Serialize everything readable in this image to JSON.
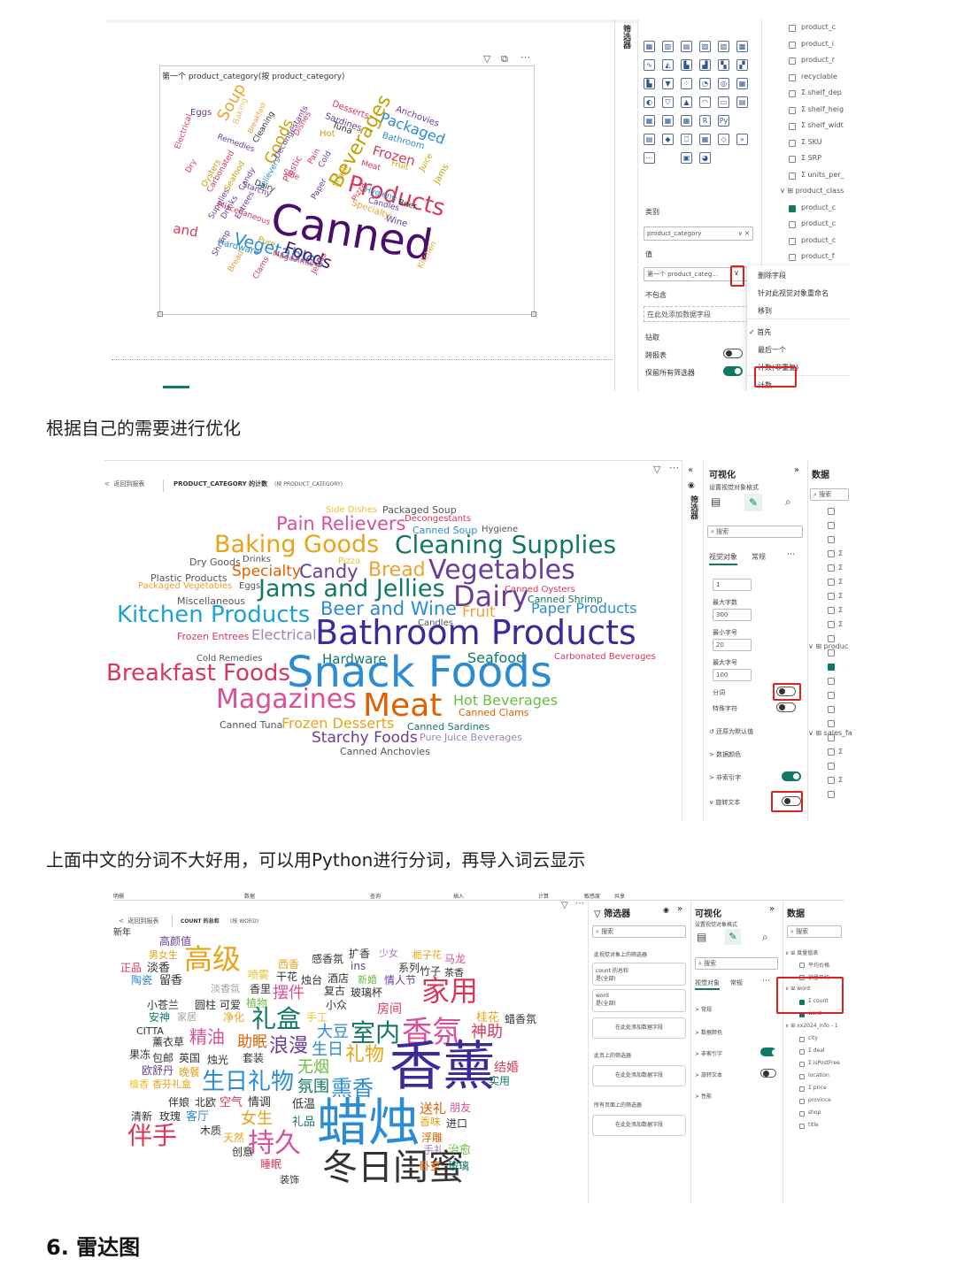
{
  "captions": {
    "c1": "根据自己的需要进行优化",
    "c2": "上面中文的分词不大好用，可以用Python进行分词，再导入词云显示",
    "section": "6. 雷达图"
  },
  "shot1": {
    "visual_title": "第一个 product_category(按 product_category)",
    "pane_label": "筛选器",
    "category_label": "类别",
    "category_field": "product_category",
    "value_label": "值",
    "value_field": "第一个 product_categ...",
    "exclude_label": "不包含",
    "add_field": "在此处添加数据字段",
    "drill_label": "钻取",
    "cross_report": "跨报表",
    "keep_filters": "保留所有筛选器",
    "fields": [
      "product_c",
      "product_i",
      "product_r",
      "recyclable",
      "shelf_dep",
      "shelf_heig",
      "shelf_widt",
      "SKU",
      "SRP",
      "units_per_",
      "product_class",
      "product_c",
      "product_c",
      "product_c",
      "product_f"
    ],
    "menu": [
      "删除字段",
      "针对此视觉对象重命名",
      "移到",
      "首先",
      "最后一个",
      "计数(非重复)",
      "计数"
    ],
    "words": [
      {
        "t": "Electrical",
        "c": "#d9365a"
      },
      {
        "t": "Eggs",
        "c": "#6a3d9a"
      },
      {
        "t": "Soup",
        "c": "#f0a030"
      },
      {
        "t": "Baking",
        "c": "#e8c070"
      },
      {
        "t": "Breakfast",
        "c": "#f0a030"
      },
      {
        "t": "Remedies",
        "c": "#6a3d9a"
      },
      {
        "t": "Cleaning",
        "c": "#333"
      },
      {
        "t": "Goods",
        "c": "#c5a000"
      },
      {
        "t": "Dishes",
        "c": "#d9365a"
      },
      {
        "t": "Decongestants",
        "c": "#6a3d9a"
      },
      {
        "t": "Desserts",
        "c": "#d9365a"
      },
      {
        "t": "Sardines",
        "c": "#6a3d9a"
      },
      {
        "t": "Tuna",
        "c": "#333"
      },
      {
        "t": "Hot",
        "c": "#c5a000"
      },
      {
        "t": "Anchovies",
        "c": "#6a3d9a"
      },
      {
        "t": "Packaged",
        "c": "#2b8cd4"
      },
      {
        "t": "Bathroom",
        "c": "#2b8cd4"
      },
      {
        "t": "Frozen",
        "c": "#d9365a"
      },
      {
        "t": "Beverages",
        "c": "#c5a000"
      },
      {
        "t": "Fruit",
        "c": "#c5a000"
      },
      {
        "t": "Juice",
        "c": "#c5a000"
      },
      {
        "t": "Meat",
        "c": "#d9365a"
      },
      {
        "t": "Products",
        "c": "#d9365a"
      },
      {
        "t": "Jams",
        "c": "#c5a000"
      },
      {
        "t": "Dry",
        "c": "#d9365a"
      },
      {
        "t": "Oysters",
        "c": "#c5a000"
      },
      {
        "t": "Carbonated",
        "c": "#d9365a"
      },
      {
        "t": "Seafood",
        "c": "#c5a000"
      },
      {
        "t": "Candy",
        "c": "#6a3d9a"
      },
      {
        "t": "Relievers",
        "c": "#2b8cd4"
      },
      {
        "t": "Side",
        "c": "#d9365a"
      },
      {
        "t": "Pain",
        "c": "#d9365a"
      },
      {
        "t": "Cold",
        "c": "#6a3d9a"
      },
      {
        "t": "Snack",
        "c": "#c5a000"
      },
      {
        "t": "Paper",
        "c": "#6a3d9a"
      },
      {
        "t": "Pizza",
        "c": "#d9365a"
      },
      {
        "t": "Hygiene",
        "c": "#2b8cd4"
      },
      {
        "t": "Candles",
        "c": "#6a3d9a"
      },
      {
        "t": "Beer",
        "c": "#333"
      },
      {
        "t": "Supplies",
        "c": "#6a3d9a"
      },
      {
        "t": "Drinks",
        "c": "#6a3d9a"
      },
      {
        "t": "Entrees",
        "c": "#6a3d9a"
      },
      {
        "t": "Starchy",
        "c": "#6a3d9a"
      },
      {
        "t": "Dairy",
        "c": "#333"
      },
      {
        "t": "Plastic",
        "c": "#d9365a"
      },
      {
        "t": "Specialty",
        "c": "#f0a030"
      },
      {
        "t": "Canned",
        "c": "#4b0d6a"
      },
      {
        "t": "Wine",
        "c": "#6a3d9a"
      },
      {
        "t": "Miscellaneous",
        "c": "#d9365a"
      },
      {
        "t": "and",
        "c": "#d9365a"
      },
      {
        "t": "Shrimp",
        "c": "#6a3d9a"
      },
      {
        "t": "Pure",
        "c": "#c5a000"
      },
      {
        "t": "Vegetables",
        "c": "#2b8cd4"
      },
      {
        "t": "Foods",
        "c": "#4b0d6a"
      },
      {
        "t": "Hardware",
        "c": "#2b8cd4"
      },
      {
        "t": "Magazines",
        "c": "#d9365a"
      },
      {
        "t": "Bread",
        "c": "#f0a030"
      },
      {
        "t": "Clams",
        "c": "#d9365a"
      },
      {
        "t": "Jellies",
        "c": "#d9365a"
      },
      {
        "t": "Kitchen",
        "c": "#f0a030"
      }
    ]
  },
  "shot2": {
    "back": "返回到报表",
    "title": "PRODUCT_CATEGORY 的计数",
    "by": "(按 PRODUCT_CATEGORY)",
    "filter_pane": "筛选器",
    "viz_title": "可视化",
    "viz_sub": "设置视觉对象格式",
    "data_title": "数据",
    "search": "搜索",
    "tabs": [
      "视觉对象",
      "常规"
    ],
    "labels": [
      "最大字数",
      "最小字号",
      "最大字号",
      "分词",
      "特殊字符"
    ],
    "values": [
      "1",
      "300",
      "20",
      "100"
    ],
    "reset": "还原为默认值",
    "sections": [
      "数据颜色",
      "非索引字",
      "旋转文本"
    ],
    "data_fields": [
      "produc",
      "sales_fa"
    ],
    "words": [
      {
        "t": "Side Dishes",
        "c": "#f0c030"
      },
      {
        "t": "Packaged Soup",
        "c": "#555"
      },
      {
        "t": "Decongestants",
        "c": "#d9365a"
      },
      {
        "t": "Pain Relievers",
        "c": "#d94f9a"
      },
      {
        "t": "Canned Soup",
        "c": "#2b8cd4"
      },
      {
        "t": "Hygiene",
        "c": "#555"
      },
      {
        "t": "Baking Goods",
        "c": "#e8a317"
      },
      {
        "t": "Cleaning Supplies",
        "c": "#117865"
      },
      {
        "t": "Pizza",
        "c": "#f0c030"
      },
      {
        "t": "Dry Goods",
        "c": "#555"
      },
      {
        "t": "Drinks",
        "c": "#555"
      },
      {
        "t": "Plastic Products",
        "c": "#555"
      },
      {
        "t": "Specialty",
        "c": "#e06000"
      },
      {
        "t": "Candy",
        "c": "#6a3d9a"
      },
      {
        "t": "Bread",
        "c": "#f0a030"
      },
      {
        "t": "Vegetables",
        "c": "#6a3d9a"
      },
      {
        "t": "Packaged Vegetables",
        "c": "#f0a030"
      },
      {
        "t": "Eggs",
        "c": "#555"
      },
      {
        "t": "Jams and Jellies",
        "c": "#117865"
      },
      {
        "t": "Canned Oysters",
        "c": "#d9365a"
      },
      {
        "t": "Dairy",
        "c": "#6a3d9a"
      },
      {
        "t": "Canned Shrimp",
        "c": "#117865"
      },
      {
        "t": "Miscellaneous",
        "c": "#555"
      },
      {
        "t": "Beer and Wine",
        "c": "#2b8cd4"
      },
      {
        "t": "Fruit",
        "c": "#f0a030"
      },
      {
        "t": "Paper Products",
        "c": "#2b8cd4"
      },
      {
        "t": "Kitchen Products",
        "c": "#1aa3d4"
      },
      {
        "t": "Candles",
        "c": "#555"
      },
      {
        "t": "Frozen Entrees",
        "c": "#d9365a"
      },
      {
        "t": "Electrical",
        "c": "#a080c0"
      },
      {
        "t": "Bathroom Products",
        "c": "#3a2a9a"
      },
      {
        "t": "Cold Remedies",
        "c": "#555"
      },
      {
        "t": "Hardware",
        "c": "#117865"
      },
      {
        "t": "Seafood",
        "c": "#117865"
      },
      {
        "t": "Carbonated Beverages",
        "c": "#d9365a"
      },
      {
        "t": "Breakfast Foods",
        "c": "#d9365a"
      },
      {
        "t": "Snack Foods",
        "c": "#2b8cd4"
      },
      {
        "t": "Magazines",
        "c": "#d94f9a"
      },
      {
        "t": "Meat",
        "c": "#e06000"
      },
      {
        "t": "Hot Beverages",
        "c": "#6abf40"
      },
      {
        "t": "Canned Clams",
        "c": "#e06000"
      },
      {
        "t": "Canned Tuna",
        "c": "#555"
      },
      {
        "t": "Frozen Desserts",
        "c": "#e8a317"
      },
      {
        "t": "Canned Sardines",
        "c": "#117865"
      },
      {
        "t": "Starchy Foods",
        "c": "#6a3d9a"
      },
      {
        "t": "Pure Juice Beverages",
        "c": "#a080c0"
      },
      {
        "t": "Canned Anchovies",
        "c": "#555"
      }
    ]
  },
  "shot3": {
    "menus": [
      "明栅",
      "数据",
      "查询",
      "插入",
      "计算",
      "敏感度",
      "共享"
    ],
    "back": "返回到报表",
    "title": "COUNT 的总和",
    "by": "(按 WORD)",
    "filter_title": "筛选器",
    "viz_title": "可视化",
    "viz_sub": "设置视觉对象格式",
    "data_title": "数据",
    "search": "搜索",
    "filter_sections": [
      "此视觉对象上的筛选器",
      "此页上的筛选器",
      "所有页面上的筛选器"
    ],
    "filter_cards": [
      [
        "count 的总和",
        "是(全部)"
      ],
      [
        "word",
        "是(全部)"
      ]
    ],
    "add_field": "在此处添加数据字段",
    "tabs": [
      "视觉对象",
      "常规"
    ],
    "viz_sections": [
      "常规",
      "数据颜色",
      "非索引字",
      "旋转文本",
      "性能"
    ],
    "data_fields": [
      "度量值表",
      "平均价格",
      "销量平均",
      "word",
      "count",
      "word",
      "xx2024_info - 1",
      "city",
      "deal",
      "isPostFree",
      "location",
      "price",
      "province",
      "shop",
      "title"
    ],
    "words": [
      {
        "t": "高颜值",
        "c": "#6a3d9a"
      },
      {
        "t": "男女生",
        "c": "#e8a317"
      },
      {
        "t": "高级",
        "c": "#e8a317"
      },
      {
        "t": "正品",
        "c": "#d9365a"
      },
      {
        "t": "淡香",
        "c": "#333"
      },
      {
        "t": "陶瓷",
        "c": "#2b8cd4"
      },
      {
        "t": "留香",
        "c": "#333"
      },
      {
        "t": "西香",
        "c": "#e8a317"
      },
      {
        "t": "感香氛",
        "c": "#333"
      },
      {
        "t": "扩香",
        "c": "#333"
      },
      {
        "t": "少女",
        "c": "#a080c0"
      },
      {
        "t": "栀子花",
        "c": "#e8a317"
      },
      {
        "t": "马龙",
        "c": "#d94f9a"
      },
      {
        "t": "ins",
        "c": "#6a3d9a"
      },
      {
        "t": "系列",
        "c": "#333"
      },
      {
        "t": "竹子",
        "c": "#333"
      },
      {
        "t": "茶香",
        "c": "#333"
      },
      {
        "t": "喷雾",
        "c": "#f0c030"
      },
      {
        "t": "干花",
        "c": "#333"
      },
      {
        "t": "烛台",
        "c": "#333"
      },
      {
        "t": "酒店",
        "c": "#333"
      },
      {
        "t": "新婚",
        "c": "#6abf40"
      },
      {
        "t": "情人节",
        "c": "#6a3d9a"
      },
      {
        "t": "家用",
        "c": "#d9365a"
      },
      {
        "t": "淡香氛",
        "c": "#a0a0a0"
      },
      {
        "t": "香里",
        "c": "#333"
      },
      {
        "t": "摆件",
        "c": "#d94f9a"
      },
      {
        "t": "复古",
        "c": "#333"
      },
      {
        "t": "玻璃杯",
        "c": "#333"
      },
      {
        "t": "植物",
        "c": "#6abf40"
      },
      {
        "t": "小苍兰",
        "c": "#333"
      },
      {
        "t": "圆柱",
        "c": "#333"
      },
      {
        "t": "可爱",
        "c": "#333"
      },
      {
        "t": "小众",
        "c": "#333"
      },
      {
        "t": "房间",
        "c": "#d9365a"
      },
      {
        "t": "安神",
        "c": "#117865"
      },
      {
        "t": "家居",
        "c": "#a0a0a0"
      },
      {
        "t": "净化",
        "c": "#e8a317"
      },
      {
        "t": "礼盒",
        "c": "#117865"
      },
      {
        "t": "手工",
        "c": "#f0c030"
      },
      {
        "t": "大豆",
        "c": "#2b8cd4"
      },
      {
        "t": "室内",
        "c": "#117865"
      },
      {
        "t": "香氛",
        "c": "#d94f9a"
      },
      {
        "t": "神助",
        "c": "#d9365a"
      },
      {
        "t": "桂花",
        "c": "#e8a317"
      },
      {
        "t": "蜡香氛",
        "c": "#333"
      },
      {
        "t": "CITTA",
        "c": "#333"
      },
      {
        "t": "薰衣草",
        "c": "#333"
      },
      {
        "t": "精油",
        "c": "#d94f9a"
      },
      {
        "t": "助眠",
        "c": "#e06000"
      },
      {
        "t": "浪漫",
        "c": "#6a3d9a"
      },
      {
        "t": "生日",
        "c": "#2b8cd4"
      },
      {
        "t": "果冻",
        "c": "#333"
      },
      {
        "t": "包邮",
        "c": "#333"
      },
      {
        "t": "英国",
        "c": "#333"
      },
      {
        "t": "烛光",
        "c": "#333"
      },
      {
        "t": "套装",
        "c": "#333"
      },
      {
        "t": "礼物",
        "c": "#e8a317"
      },
      {
        "t": "香薰",
        "c": "#3a2a9a"
      },
      {
        "t": "欧舒丹",
        "c": "#6a3d9a"
      },
      {
        "t": "晚餐",
        "c": "#e8a317"
      },
      {
        "t": "生日礼物",
        "c": "#2b8cd4"
      },
      {
        "t": "无烟",
        "c": "#6abf40"
      },
      {
        "t": "结婚",
        "c": "#d9365a"
      },
      {
        "t": "檀香",
        "c": "#f0c030"
      },
      {
        "t": "香芬礼盒",
        "c": "#e8a317"
      },
      {
        "t": "氛围",
        "c": "#117865"
      },
      {
        "t": "熏香",
        "c": "#2b8cd4"
      },
      {
        "t": "实用",
        "c": "#117865"
      },
      {
        "t": "伴娘",
        "c": "#333"
      },
      {
        "t": "北欧",
        "c": "#333"
      },
      {
        "t": "空气",
        "c": "#d9365a"
      },
      {
        "t": "情调",
        "c": "#333"
      },
      {
        "t": "低温",
        "c": "#333"
      },
      {
        "t": "送礼",
        "c": "#e06000"
      },
      {
        "t": "朋友",
        "c": "#d94f9a"
      },
      {
        "t": "清新",
        "c": "#333"
      },
      {
        "t": "玫瑰",
        "c": "#333"
      },
      {
        "t": "客厅",
        "c": "#2b8cd4"
      },
      {
        "t": "女生",
        "c": "#e8a317"
      },
      {
        "t": "礼品",
        "c": "#117865"
      },
      {
        "t": "蜡烛",
        "c": "#2b8cd4"
      },
      {
        "t": "香味",
        "c": "#e8a317"
      },
      {
        "t": "进口",
        "c": "#333"
      },
      {
        "t": "伴手",
        "c": "#d9365a"
      },
      {
        "t": "木质",
        "c": "#333"
      },
      {
        "t": "天然",
        "c": "#e8a317"
      },
      {
        "t": "持久",
        "c": "#d94f9a"
      },
      {
        "t": "浮雕",
        "c": "#e06000"
      },
      {
        "t": "创意",
        "c": "#333"
      },
      {
        "t": "手礼",
        "c": "#a080c0"
      },
      {
        "t": "治愈",
        "c": "#6abf40"
      },
      {
        "t": "睡眠",
        "c": "#d9365a"
      },
      {
        "t": "冬日闺蜜",
        "c": "#333"
      },
      {
        "t": "卧室",
        "c": "#e06000"
      },
      {
        "t": "玻璃",
        "c": "#117865"
      },
      {
        "t": "装饰",
        "c": "#333"
      },
      {
        "t": "新年",
        "c": "#333"
      }
    ]
  }
}
